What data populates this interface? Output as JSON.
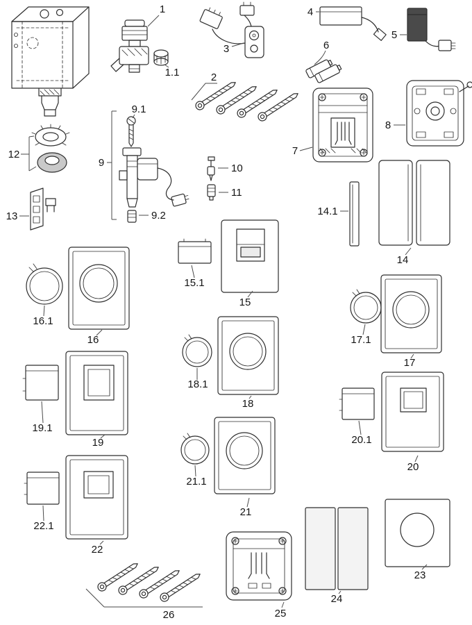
{
  "figure": {
    "callouts": {
      "p1": "1",
      "p1_1": "1.1",
      "p2": "2",
      "p3": "3",
      "p4": "4",
      "p5": "5",
      "p6": "6",
      "p7": "7",
      "p8": "8",
      "p9": "9",
      "p9_1": "9.1",
      "p9_2": "9.2",
      "p10": "10",
      "p11": "11",
      "p12": "12",
      "p13": "13",
      "p14": "14",
      "p14_1": "14.1",
      "p15": "15",
      "p15_1": "15.1",
      "p16": "16",
      "p16_1": "16.1",
      "p17": "17",
      "p17_1": "17.1",
      "p18": "18",
      "p18_1": "18.1",
      "p19": "19",
      "p19_1": "19.1",
      "p20": "20",
      "p20_1": "20.1",
      "p21": "21",
      "p21_1": "21.1",
      "p22": "22",
      "p22_1": "22.1",
      "p23": "23",
      "p24": "24",
      "p25": "25",
      "p26": "26"
    },
    "colors": {
      "line": "#2e2e2e",
      "label": "#141414",
      "plate_fill": "#ffffff",
      "dark_fill": "#4a4a4a",
      "background": "#ffffff"
    }
  }
}
